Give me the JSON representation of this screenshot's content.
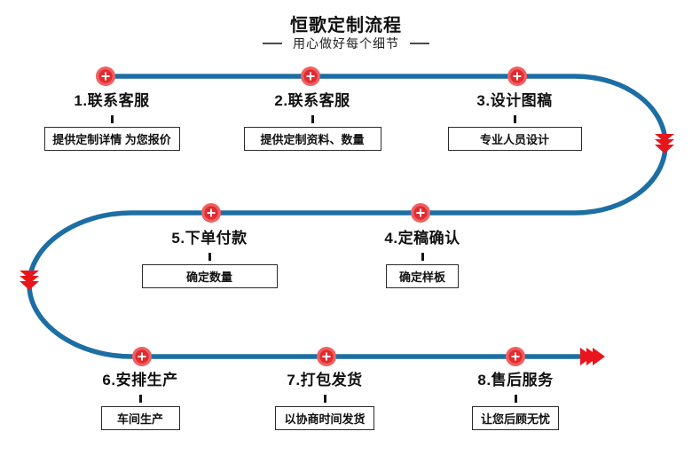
{
  "header": {
    "title": "恒歌定制流程",
    "subtitle": "用心做好每个细节"
  },
  "steps": [
    {
      "label": "1.联系客服",
      "box": "提供定制详情 为您报价"
    },
    {
      "label": "2.联系客服",
      "box": "提供定制资料、数量"
    },
    {
      "label": "3.设计图稿",
      "box": "专业人员设计"
    },
    {
      "label": "4.定稿确认",
      "box": "确定样板"
    },
    {
      "label": "5.下单付款",
      "box": "确定数量"
    },
    {
      "label": "6.安排生产",
      "box": "车间生产"
    },
    {
      "label": "7.打包发货",
      "box": "以协商时间发货"
    },
    {
      "label": "8.售后服务",
      "box": "让您后顾无忧"
    }
  ],
  "icons": {
    "step_marker": "plus-circle-icon",
    "right_curve_arrow": "triple-chevron-down-icon",
    "left_curve_arrow": "triple-chevron-down-icon",
    "end_arrow": "triple-chevron-right-icon"
  },
  "colors": {
    "path_blue": "#1c6ea4",
    "marker_red": "#e02b30",
    "marker_halo": "#f15f60",
    "arrow_red": "#e8151b",
    "box_border": "#2b2b2b",
    "text": "#111111"
  }
}
